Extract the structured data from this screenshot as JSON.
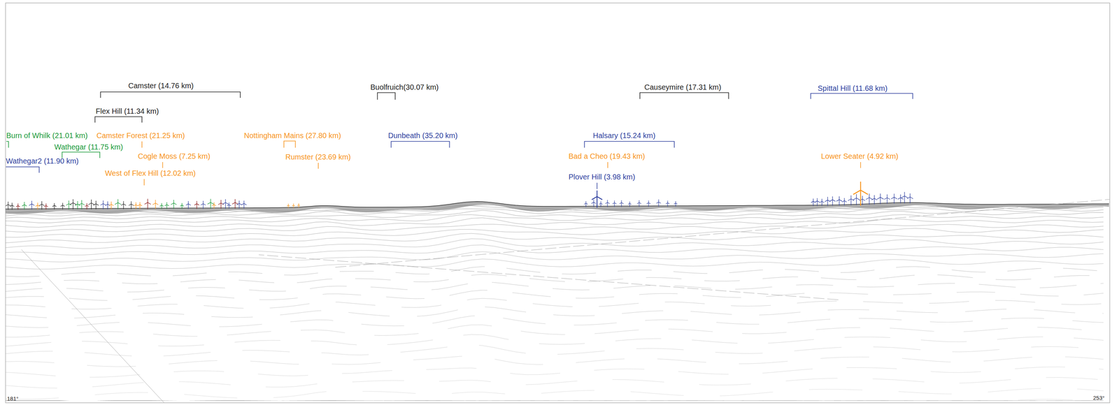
{
  "diagram": {
    "labels": [
      "Camster (14.76 km)",
      "Buolfruich(30.07 km)",
      "Causeymire (17.31 km)",
      "Spittal Hill (11.68 km)",
      "Flex Hill (11.34 km)",
      "Burn of Whilk (21.01 km)",
      "Camster Forest (21.25 km)",
      "Nottingham Mains (27.80 km)",
      "Dunbeath (35.20 km)",
      "Halsary (15.24 km)",
      "Wathegar (11.75 km)",
      "Cogle Moss (7.25 km)",
      "Rumster (23.69 km)",
      "Bad a Cheo (19.43 km)",
      "Lower Seater (4.92 km)",
      "Wathegar2 (11.90 km)",
      "West of Flex Hill (12.02 km)",
      "Plover Hill (3.98 km)",
      "181°",
      "253°"
    ]
  }
}
